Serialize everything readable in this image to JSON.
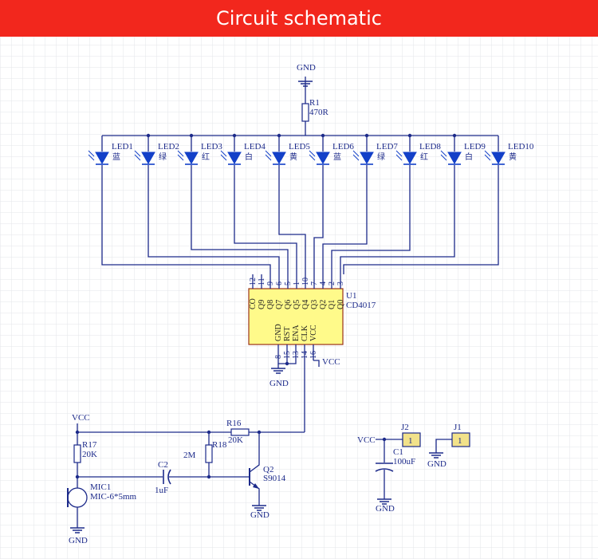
{
  "banner": {
    "title": "Circuit schematic"
  },
  "r1": {
    "ref": "R1",
    "value": "470R"
  },
  "leds": [
    {
      "ref": "LED1",
      "color": "蓝"
    },
    {
      "ref": "LED2",
      "color": "绿"
    },
    {
      "ref": "LED3",
      "color": "红"
    },
    {
      "ref": "LED4",
      "color": "白"
    },
    {
      "ref": "LED5",
      "color": "黄"
    },
    {
      "ref": "LED6",
      "color": "蓝"
    },
    {
      "ref": "LED7",
      "color": "绿"
    },
    {
      "ref": "LED8",
      "color": "红"
    },
    {
      "ref": "LED9",
      "color": "白"
    },
    {
      "ref": "LED10",
      "color": "黄"
    }
  ],
  "u1": {
    "ref": "U1",
    "part": "CD4017",
    "top_pins": [
      "12",
      "11",
      "9",
      "6",
      "5",
      "1",
      "10",
      "7",
      "4",
      "2",
      "3"
    ],
    "outputs": [
      "CO",
      "Q9",
      "Q8",
      "Q7",
      "Q6",
      "Q5",
      "Q4",
      "Q3",
      "Q2",
      "Q1",
      "Q0"
    ],
    "bottom_labels": [
      "GND",
      "RST",
      "ENA",
      "CLK",
      "VCC"
    ],
    "bottom_pins": [
      "8",
      "15",
      "13",
      "14",
      "16"
    ]
  },
  "nets": {
    "gnd": "GND",
    "vcc": "VCC"
  },
  "r16": {
    "ref": "R16",
    "value": "20K"
  },
  "r17": {
    "ref": "R17",
    "value": "20K"
  },
  "r18": {
    "ref": "R18",
    "value": "2M"
  },
  "c2": {
    "ref": "C2",
    "value": "1uF"
  },
  "q2": {
    "ref": "Q2",
    "part": "S9014"
  },
  "mic1": {
    "ref": "MIC1",
    "part": "MIC-6*5mm"
  },
  "c1": {
    "ref": "C1",
    "value": "100uF"
  },
  "j1": {
    "ref": "J1",
    "pin": "1"
  },
  "j2": {
    "ref": "J2",
    "pin": "1"
  },
  "colors": {
    "banner": "#f2271d",
    "wire": "#1c2a8a",
    "led": "#1340c8",
    "chip_fill": "#fffa8a",
    "chip_border": "#9a3218",
    "connector": "#f2e28a"
  }
}
